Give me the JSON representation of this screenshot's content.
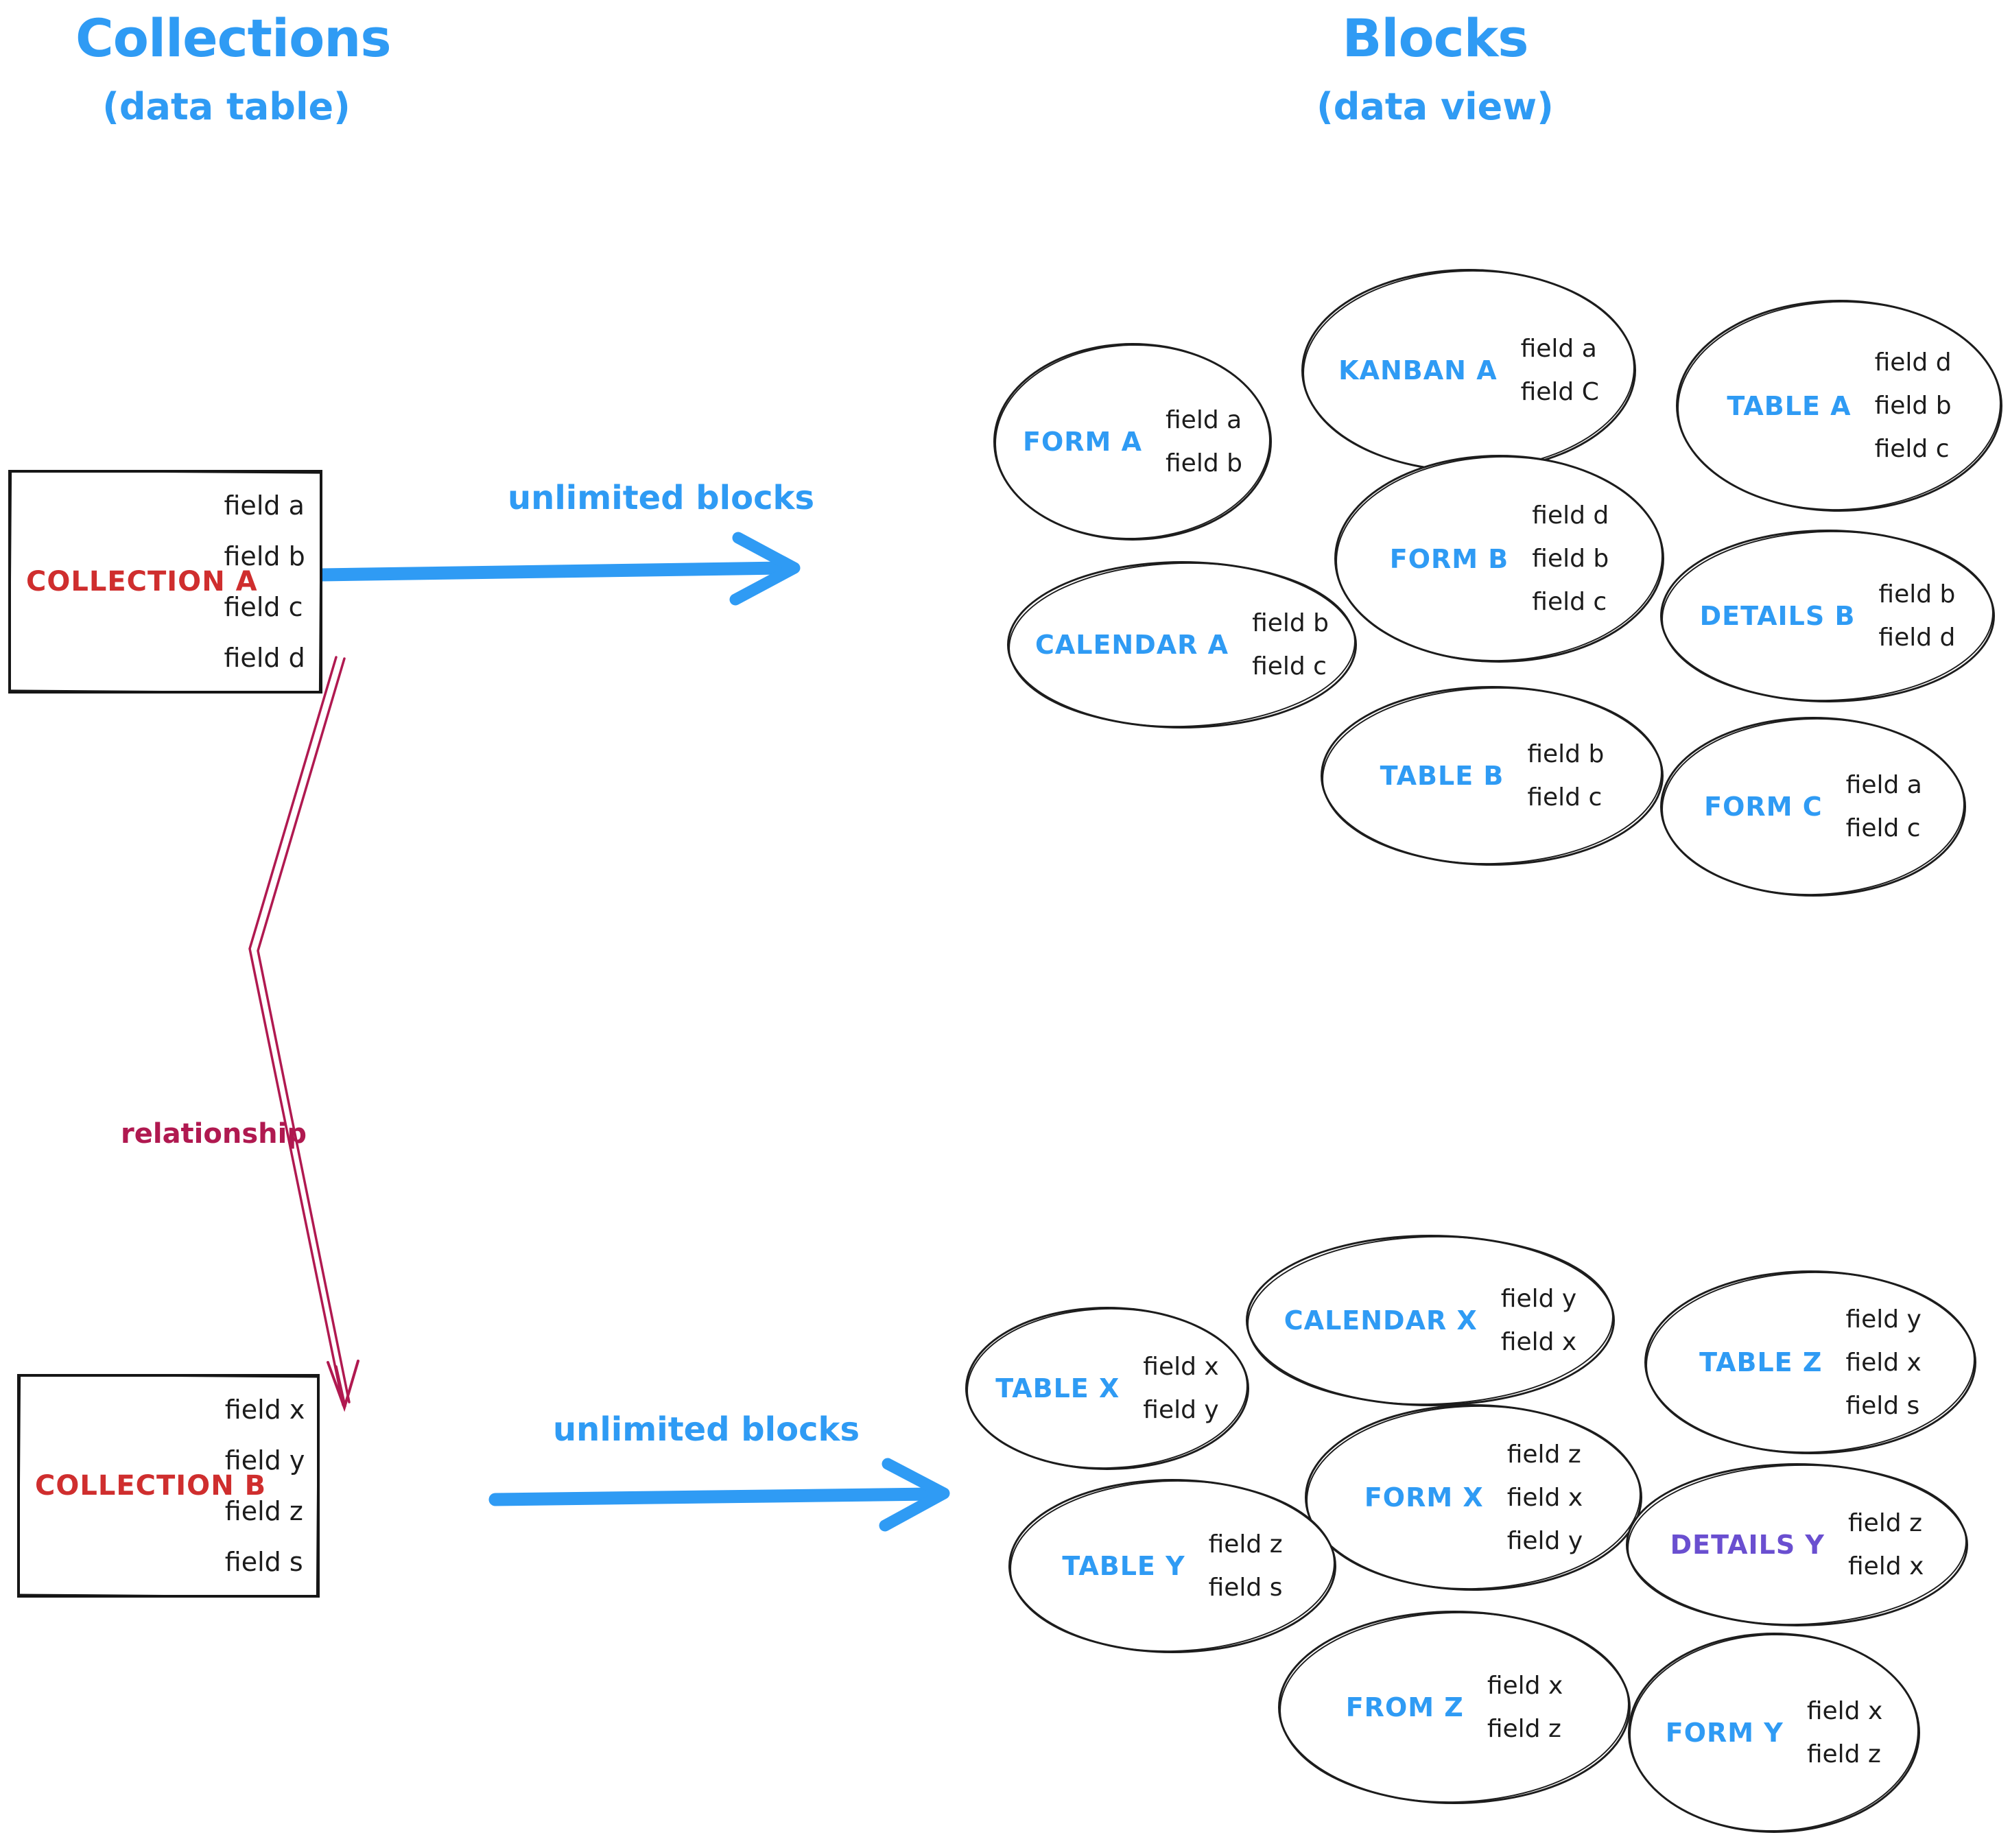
{
  "left_panel": {
    "title": "Collections",
    "subtitle": "(data table)"
  },
  "right_panel": {
    "title": "Blocks",
    "subtitle": "(data view)"
  },
  "collections": [
    {
      "name": "COLLECTION A",
      "fields": [
        "field a",
        "field b",
        "field c",
        "field d"
      ],
      "arrow_label": "unlimited blocks"
    },
    {
      "name": "COLLECTION B",
      "fields": [
        "field x",
        "field y",
        "field z",
        "field s"
      ],
      "arrow_label": "unlimited blocks"
    }
  ],
  "relationship_label": "relationship",
  "blocks_top": [
    {
      "name": "FORM A",
      "fields": [
        "field a",
        "field b"
      ]
    },
    {
      "name": "KANBAN A",
      "fields": [
        "field a",
        "field C"
      ]
    },
    {
      "name": "TABLE A",
      "fields": [
        "field d",
        "field b",
        "field c"
      ]
    },
    {
      "name": "CALENDAR A",
      "fields": [
        "field b",
        "field c"
      ]
    },
    {
      "name": "FORM B",
      "fields": [
        "field d",
        "field b",
        "field c"
      ]
    },
    {
      "name": "DETAILS B",
      "fields": [
        "field b",
        "field d"
      ]
    },
    {
      "name": "TABLE B",
      "fields": [
        "field b",
        "field c"
      ]
    },
    {
      "name": "FORM C",
      "fields": [
        "field a",
        "field c"
      ]
    }
  ],
  "blocks_bottom": [
    {
      "name": "TABLE X",
      "fields": [
        "field x",
        "field y"
      ]
    },
    {
      "name": "CALENDAR X",
      "fields": [
        "field y",
        "field x"
      ]
    },
    {
      "name": "TABLE Z",
      "fields": [
        "field y",
        "field x",
        "field s"
      ]
    },
    {
      "name": "FORM X",
      "fields": [
        "field z",
        "field x",
        "field y"
      ]
    },
    {
      "name": "TABLE Y",
      "fields": [
        "field z",
        "field s"
      ]
    },
    {
      "name": "DETAILS Y",
      "fields": [
        "field z",
        "field x"
      ]
    },
    {
      "name": "FROM Z",
      "fields": [
        "field x",
        "field z"
      ]
    },
    {
      "name": "FORM Y",
      "fields": [
        "field x",
        "field z"
      ]
    }
  ],
  "colors": {
    "accent_blue": "#2f9bf4",
    "collection_red": "#cf2e2e",
    "relationship_maroon": "#b01950",
    "details_purple": "#6a4fd0",
    "ink": "#1c1c1c"
  }
}
